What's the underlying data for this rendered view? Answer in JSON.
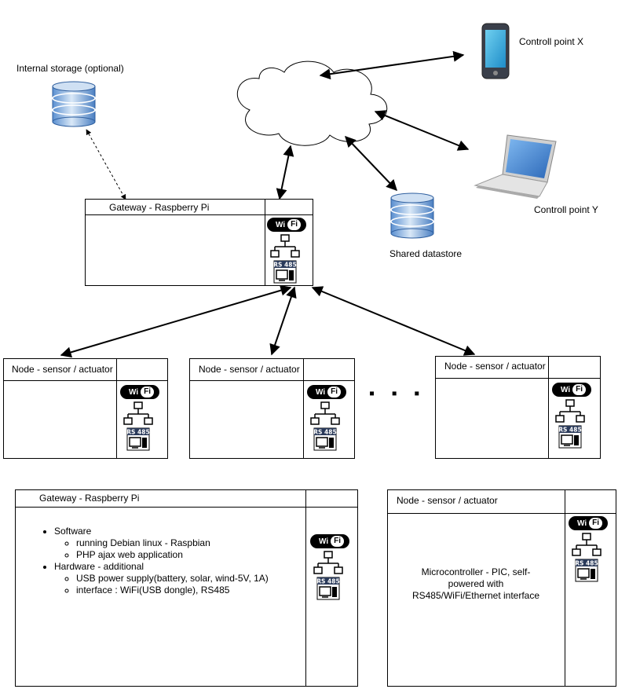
{
  "cloud_labels": {
    "storage": "Internal storage (optional)",
    "controll_x": "Controll point X",
    "controll_y": "Controll point Y",
    "shared": "Shared datastore"
  },
  "gateway": {
    "title": "Gateway - Raspberry Pi"
  },
  "nodes": [
    {
      "title": "Node - sensor / actuator"
    },
    {
      "title": "Node - sensor / actuator"
    },
    {
      "title": "Node - sensor / actuator"
    }
  ],
  "ellipsis": "▪  ▪  ▪",
  "icons": {
    "wifi_left": "Wi",
    "wifi_right": "Fi",
    "rs485": "RS 485"
  },
  "gateway_detail": {
    "title": "Gateway - Raspberry Pi",
    "software": "Software",
    "software_items": [
      "running Debian linux - Raspbian",
      "PHP ajax web application"
    ],
    "hardware": "Hardware - additional",
    "hardware_items": [
      "USB power supply(battery, solar, wind-5V, 1A)",
      "interface : WiFi(USB dongle), RS485"
    ]
  },
  "node_detail": {
    "title": "Node - sensor / actuator",
    "desc": [
      "Microcontroller - PIC, self-",
      "powered with",
      "RS485/WiFi/Ethernet interface"
    ]
  }
}
